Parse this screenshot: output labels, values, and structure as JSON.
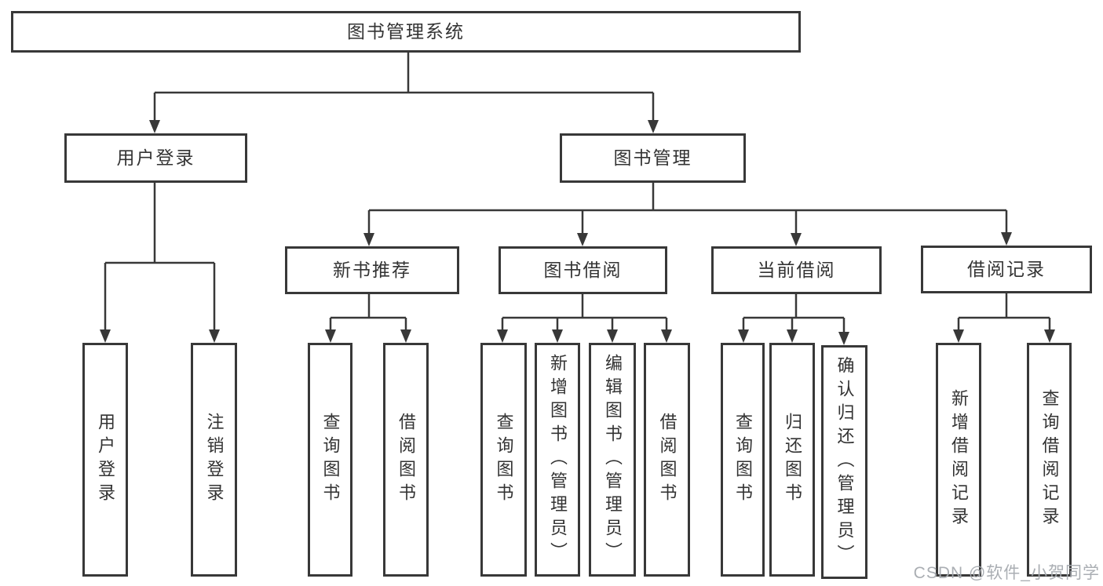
{
  "diagram": {
    "title": "图书管理系统",
    "nodes": [
      {
        "id": "library-system",
        "label": "图书管理系统",
        "parent": null
      },
      {
        "id": "user-login",
        "label": "用户登录",
        "parent": "library-system"
      },
      {
        "id": "book-management",
        "label": "图书管理",
        "parent": "library-system"
      },
      {
        "id": "new-book-recommend",
        "label": "新书推荐",
        "parent": "book-management"
      },
      {
        "id": "book-borrowing",
        "label": "图书借阅",
        "parent": "book-management"
      },
      {
        "id": "current-borrowing",
        "label": "当前借阅",
        "parent": "book-management"
      },
      {
        "id": "borrowing-records",
        "label": "借阅记录",
        "parent": "book-management"
      },
      {
        "id": "leaf-user-login",
        "label": "用户登录",
        "parent": "user-login"
      },
      {
        "id": "leaf-logout",
        "label": "注销登录",
        "parent": "user-login"
      },
      {
        "id": "leaf-query-books-rec",
        "label": "查询图书",
        "parent": "new-book-recommend"
      },
      {
        "id": "leaf-borrow-books-rec",
        "label": "借阅图书",
        "parent": "new-book-recommend"
      },
      {
        "id": "leaf-query-books-bor",
        "label": "查询图书",
        "parent": "book-borrowing"
      },
      {
        "id": "leaf-add-books-admin",
        "label": "新增图书（管理员）",
        "parent": "book-borrowing"
      },
      {
        "id": "leaf-edit-books-admin",
        "label": "编辑图书（管理员）",
        "parent": "book-borrowing"
      },
      {
        "id": "leaf-borrow-books-bor",
        "label": "借阅图书",
        "parent": "book-borrowing"
      },
      {
        "id": "leaf-query-books-cur",
        "label": "查询图书",
        "parent": "current-borrowing"
      },
      {
        "id": "leaf-return-books",
        "label": "归还图书",
        "parent": "current-borrowing"
      },
      {
        "id": "leaf-confirm-return-admin",
        "label": "确认归还（管理员）",
        "parent": "current-borrowing"
      },
      {
        "id": "leaf-add-borrow-record",
        "label": "新增借阅记录",
        "parent": "borrowing-records"
      },
      {
        "id": "leaf-query-borrow-record",
        "label": "查询借阅记录",
        "parent": "borrowing-records"
      }
    ],
    "colors": {
      "line": "#383838",
      "box_border": "#383838",
      "text": "#333333",
      "background": "#ffffff",
      "watermark": "#a5aaaf"
    }
  },
  "watermark": {
    "text": "CSDN @软件_小贺同学"
  }
}
